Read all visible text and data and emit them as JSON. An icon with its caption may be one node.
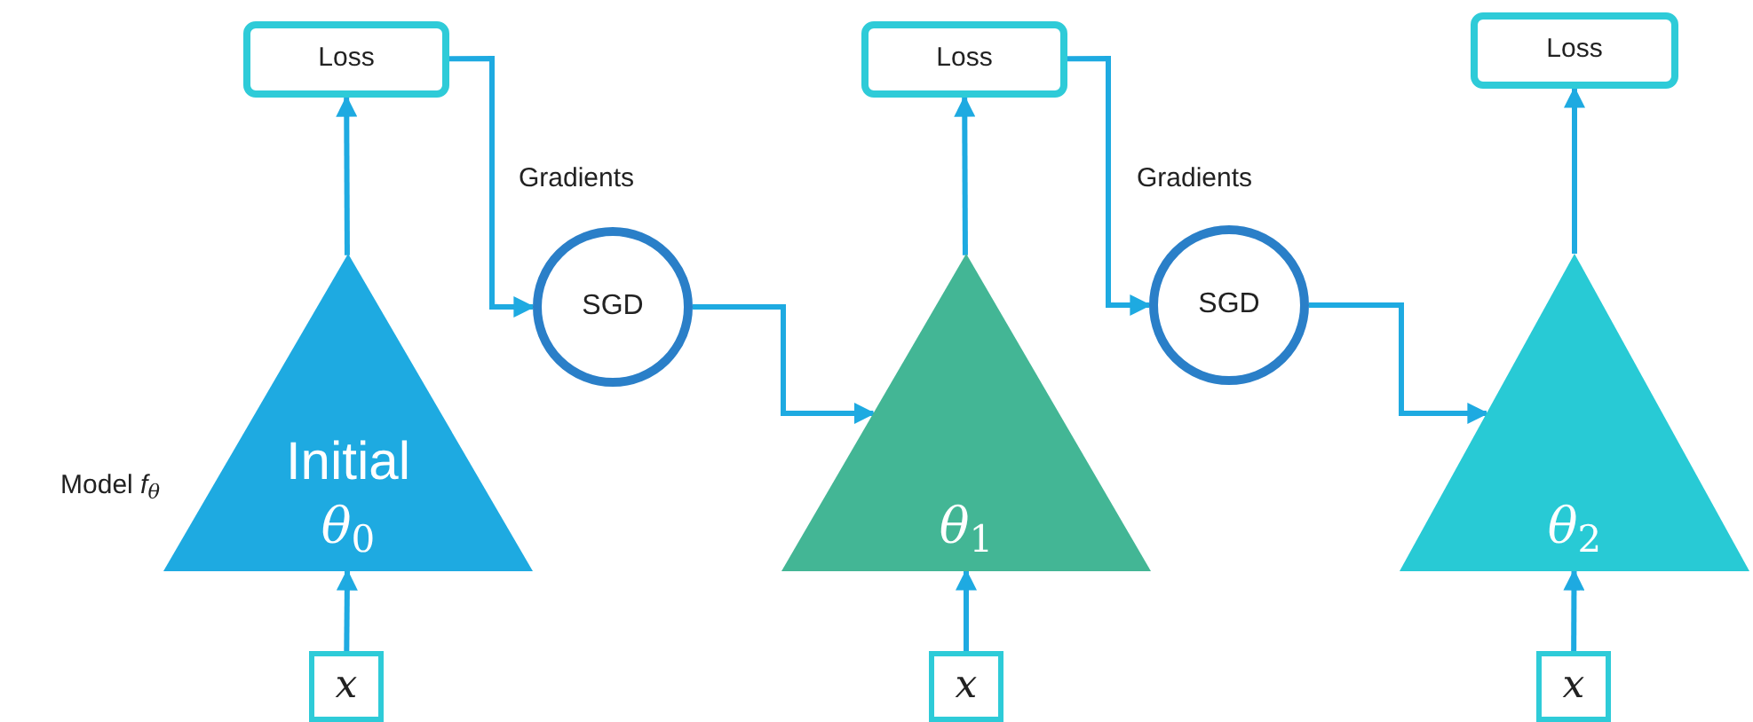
{
  "diagram": {
    "nodes": [
      {
        "text": [
          "Loss"
        ]
      },
      {
        "text": [
          "Loss"
        ]
      },
      {
        "text": [
          "Loss"
        ]
      },
      {
        "text": [
          "Initial",
          "θ$_{0}$"
        ],
        "beside": [
          "Model *f*$_{θ}$"
        ]
      },
      {
        "text": [
          "θ$_{1}$"
        ]
      },
      {
        "text": [
          "θ$_{2}$"
        ]
      },
      {
        "text": [
          "SGD"
        ]
      },
      {
        "text": [
          "SGD"
        ]
      },
      {
        "text": [
          "x"
        ]
      },
      {
        "text": [
          "x"
        ]
      },
      {
        "text": [
          "x"
        ]
      }
    ],
    "edges": [
      {
        "from": 8,
        "to": 3,
        "arrow": "to"
      },
      {
        "from": 3,
        "to": 0,
        "arrow": "to"
      },
      {
        "from": 0,
        "to": 6,
        "arrow": "to",
        "label": "Gradients"
      },
      {
        "from": 6,
        "to": 4,
        "arrow": "to"
      },
      {
        "from": 9,
        "to": 4,
        "arrow": "to"
      },
      {
        "from": 4,
        "to": 1,
        "arrow": "to"
      },
      {
        "from": 1,
        "to": 7,
        "arrow": "to",
        "label": "Gradients"
      },
      {
        "from": 7,
        "to": 5,
        "arrow": "to"
      },
      {
        "from": 10,
        "to": 5,
        "arrow": "to"
      },
      {
        "from": 5,
        "to": 2,
        "arrow": "to"
      }
    ]
  }
}
